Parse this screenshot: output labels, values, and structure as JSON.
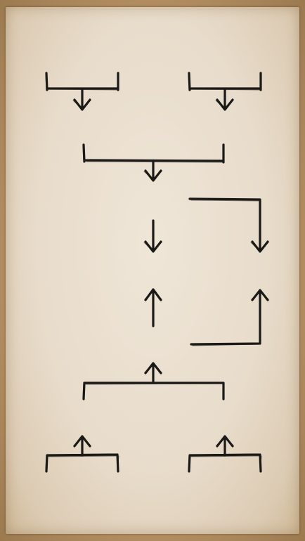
{
  "puzzle": {
    "tiles": [
      {
        "id": "top-left-fork-down",
        "shape": "fork",
        "dir": "down"
      },
      {
        "id": "top-right-fork-down",
        "shape": "fork",
        "dir": "down"
      },
      {
        "id": "middle-fork-down",
        "shape": "fork",
        "dir": "down"
      },
      {
        "id": "center-arrow-down",
        "shape": "arrow",
        "dir": "down"
      },
      {
        "id": "right-elbow-down",
        "shape": "elbow",
        "dir": "down"
      },
      {
        "id": "center-arrow-up",
        "shape": "arrow",
        "dir": "up"
      },
      {
        "id": "right-elbow-up",
        "shape": "elbow",
        "dir": "up"
      },
      {
        "id": "middle-fork-up",
        "shape": "fork",
        "dir": "up"
      },
      {
        "id": "bottom-left-fork-up",
        "shape": "fork",
        "dir": "up"
      },
      {
        "id": "bottom-right-fork-up",
        "shape": "fork",
        "dir": "up"
      }
    ],
    "ink_color": "#1c1a17",
    "paper_color": "#e8dccb",
    "frame_color": "#b79a72"
  }
}
